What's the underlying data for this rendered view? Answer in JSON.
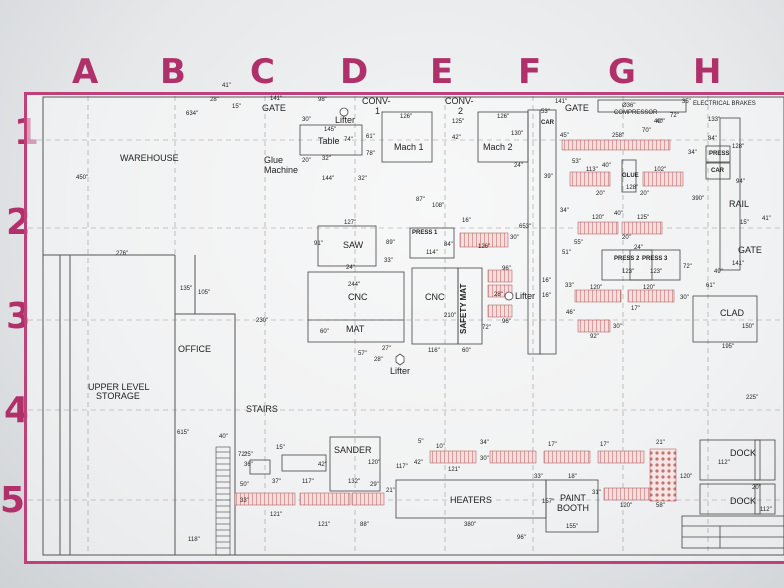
{
  "columns": [
    "A",
    "B",
    "C",
    "D",
    "E",
    "F",
    "G",
    "H"
  ],
  "rows": [
    "1",
    "2",
    "3",
    "4",
    "5"
  ],
  "areas": {
    "warehouse": "WAREHOUSE",
    "upper_storage_1": "UPPER LEVEL",
    "upper_storage_2": "STORAGE",
    "office": "OFFICE",
    "stairs": "STAIRS",
    "saw": "SAW",
    "cnc_left": "CNC",
    "cnc_right": "CNC",
    "mat": "MAT",
    "safety_mat": "SAFETY MAT",
    "sander": "SANDER",
    "heaters": "HEATERS",
    "paint_booth_1": "PAINT",
    "paint_booth_2": "BOOTH",
    "clad": "CLAD",
    "rail": "RAIL",
    "gate_top_left": "GATE",
    "gate_top_right": "GATE",
    "gate_right": "GATE",
    "dock_1": "DOCK",
    "dock_2": "DOCK",
    "conv1_a": "CONV-",
    "conv1_b": "1",
    "conv2_a": "CONV-",
    "conv2_b": "2",
    "lifter_1": "Lifter",
    "lifter_2": "Lifter",
    "lifter_3": "Lifter",
    "table": "Table",
    "mach1": "Mach 1",
    "mach2": "Mach 2",
    "glue_machine_1": "Glue",
    "glue_machine_2": "Machine",
    "press1": "PRESS 1",
    "press2": "PRESS 2",
    "press3": "PRESS 3",
    "press_top": "PRESS",
    "car_1": "CAR",
    "car_2": "CAR",
    "glue_small": "GLUE",
    "electrical_brakes": "ELECTRICAL BRAKES",
    "compressor": "COMPRESSOR",
    "compressor_size": "Ø36\""
  },
  "dimensions": {
    "d41a": "41\"",
    "d28a": "28\"",
    "d15a": "15\"",
    "d141a": "141\"",
    "d98": "98\"",
    "d634": "634\"",
    "d450": "450\"",
    "d276": "276\"",
    "d135": "135\"",
    "d105": "105\"",
    "d230": "230\"",
    "d615": "615\"",
    "d118": "118\"",
    "d40a": "40\"",
    "d145": "145\"",
    "d30a": "30\"",
    "d74": "74\"",
    "d61": "61\"",
    "d78": "78\"",
    "d126a": "126\"",
    "d125a": "125\"",
    "d42a": "42\"",
    "d126b": "126\"",
    "d130": "130\"",
    "d24a": "24\"",
    "d20a": "20\"",
    "d32": "32\"",
    "d144": "144\"",
    "d32b": "32\"",
    "d87": "87\"",
    "d108": "108\"",
    "d127": "127\"",
    "d91": "91\"",
    "d24b": "24\"",
    "d89": "89\"",
    "d33a": "33\"",
    "d84a": "84\"",
    "d114": "114\"",
    "d16a": "16\"",
    "d126c": "126\"",
    "d30b": "30\"",
    "d653": "653\"",
    "d244": "244\"",
    "d60a": "60\"",
    "d57": "57\"",
    "d27": "27\"",
    "d28b": "28\"",
    "d210": "210\"",
    "d116": "116\"",
    "d60b": "60\"",
    "d96a": "96\"",
    "d28c": "28\"",
    "d72a": "72\"",
    "d96b": "96\"",
    "d16b": "16\"",
    "d16c": "16\"",
    "d141b": "141\"",
    "d53": "53\"",
    "d45": "45\"",
    "d258": "258\"",
    "d70": "70\"",
    "d40b": "40\"",
    "d53b": "53\"",
    "d113": "113\"",
    "d40c": "40\"",
    "d102": "102\"",
    "d128a": "128\"",
    "d20b": "20\"",
    "d20c": "20\"",
    "d39": "39\"",
    "d34a": "34\"",
    "d120a": "120\"",
    "d40d": "40\"",
    "d125b": "125\"",
    "d55": "55\"",
    "d20d": "20\"",
    "d24c": "24\"",
    "d51": "51\"",
    "d123a": "123\"",
    "d123b": "123\"",
    "d72b": "72\"",
    "d33b": "33\"",
    "d120b": "120\"",
    "d120c": "120\"",
    "d30c": "30\"",
    "d46": "46\"",
    "d17a": "17\"",
    "d30d": "30\"",
    "d92": "92\"",
    "d35": "35\"",
    "d72c": "72\"",
    "d133": "133\"",
    "d84b": "84\"",
    "d128b": "128\"",
    "d34b": "34\"",
    "d94": "94\"",
    "d390": "390\"",
    "d15b": "15\"",
    "d41b": "41\"",
    "d141c": "141\"",
    "d49": "49\"",
    "d61b": "61\"",
    "d150": "150\"",
    "d195": "195\"",
    "d225": "225\"",
    "d112a": "112\"",
    "d20e": "20\"",
    "d112b": "112\"",
    "d72d": "72\"",
    "d25": "25\"",
    "d15c": "15\"",
    "d36": "36\"",
    "d50": "50\"",
    "d37": "37\"",
    "d117a": "117\"",
    "d42b": "42\"",
    "d132": "132\"",
    "d120d": "120\"",
    "d117b": "117\"",
    "d42c": "42\"",
    "d5": "5\"",
    "d10": "10\"",
    "d34c": "34\"",
    "d17b": "17\"",
    "d17c": "17\"",
    "d21a": "21\"",
    "d121a": "121\"",
    "d30e": "30\"",
    "d33c": "33\"",
    "d18": "18\"",
    "d120e": "120\"",
    "d33d": "33\"",
    "d121b": "121\"",
    "d121c": "121\"",
    "d88": "88\"",
    "d29": "29\"",
    "d21b": "21\"",
    "d380": "380\"",
    "d157": "157\"",
    "d31": "31\"",
    "d120f": "120\"",
    "d58": "58\"",
    "d155": "155\"",
    "d96c": "96\"",
    "d40e": "40\""
  }
}
